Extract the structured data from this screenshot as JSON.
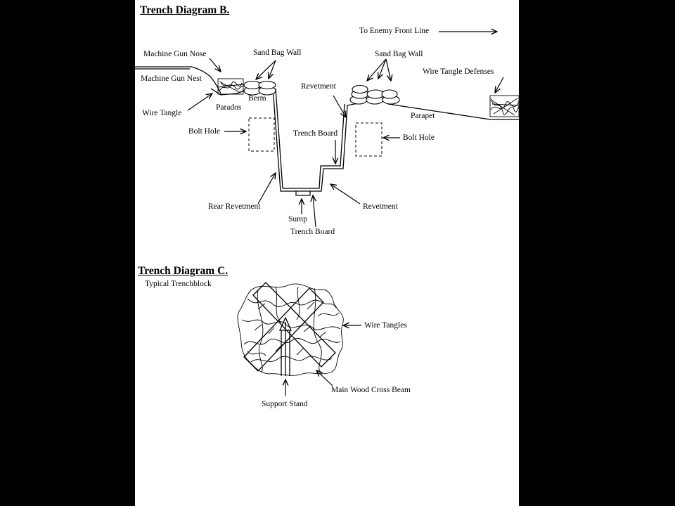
{
  "diagram_b": {
    "title": "Trench Diagram B.",
    "labels": {
      "enemy_front": "To Enemy Front Line",
      "mg_nose": "Machine Gun Nose",
      "mg_nest": "Machine Gun Nest",
      "wire_tangle": "Wire Tangle",
      "parados": "Parados",
      "berm": "Berm",
      "sandbag_left": "Sand Bag Wall",
      "sandbag_right": "Sand Bag Wall",
      "wire_defenses": "Wire Tangle Defenses",
      "revetment_top": "Revetment",
      "parapet": "Parapet",
      "bolt_hole_left": "Bolt Hole",
      "bolt_hole_right": "Bolt Hole",
      "trench_board_upper": "Trench Board",
      "rear_revetment": "Rear Revetment",
      "revetment_bottom": "Revetment",
      "sump": "Sump",
      "trench_board_lower": "Trench Board"
    }
  },
  "diagram_c": {
    "title": "Trench Diagram C.",
    "subtitle": "Typical Trenchblock",
    "labels": {
      "wire_tangles": "Wire Tangles",
      "cross_beam": "Main Wood Cross Beam",
      "support_stand": "Support Stand"
    }
  }
}
